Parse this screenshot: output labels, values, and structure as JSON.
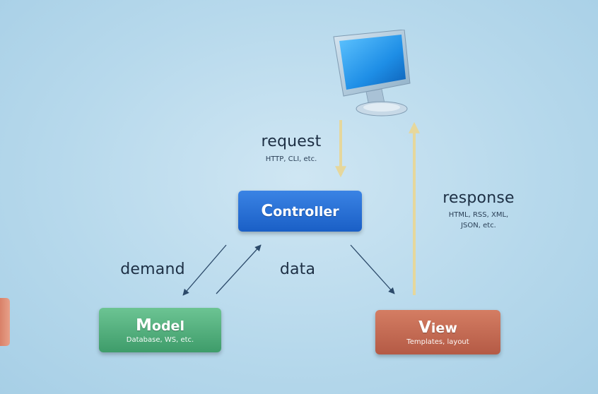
{
  "labels": {
    "request": "request",
    "request_sub": "HTTP, CLI, etc.",
    "response": "response",
    "response_sub_1": "HTML, RSS, XML,",
    "response_sub_2": "JSON, etc.",
    "demand": "demand",
    "data": "data"
  },
  "boxes": {
    "controller": {
      "cap": "C",
      "rest": "ontroller"
    },
    "model": {
      "cap": "M",
      "rest": "odel",
      "sub": "Database, WS, etc."
    },
    "view": {
      "cap": "V",
      "rest": "iew",
      "sub": "Templates, layout"
    }
  },
  "icons": [
    "monitor-icon"
  ],
  "colors": {
    "controller": "#1a5fc6",
    "model": "#3e9c6a",
    "view": "#b45a45",
    "http_arrows": "#ead9a2",
    "data_arrows": "#2c4a6a"
  }
}
